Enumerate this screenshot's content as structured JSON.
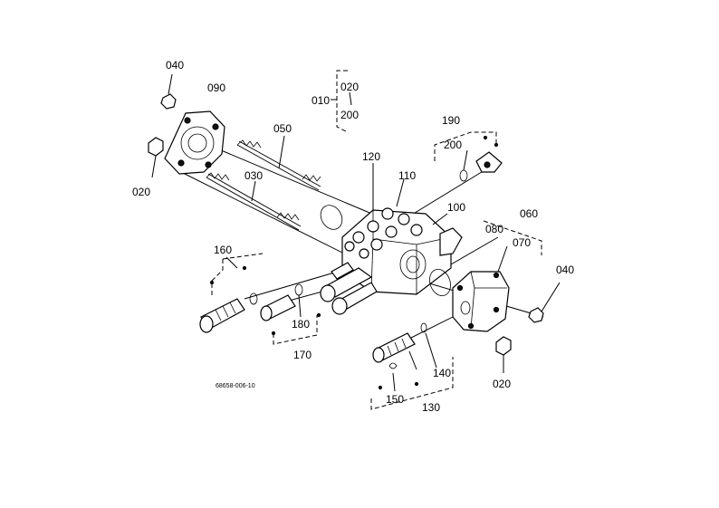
{
  "drawing_code": "68658-006-10",
  "labels": {
    "p040a": "040",
    "p090": "090",
    "p020a": "020",
    "p050": "050",
    "p030": "030",
    "p010": "010",
    "p010_020": "020",
    "p010_200": "200",
    "p120": "120",
    "p110": "110",
    "p190": "190",
    "p200": "200",
    "p100": "100",
    "p080": "080",
    "p060": "060",
    "p070": "070",
    "p040b": "040",
    "p160": "160",
    "p180": "180",
    "p170": "170",
    "p140": "140",
    "p020b": "020",
    "p150": "150",
    "p130": "130"
  }
}
